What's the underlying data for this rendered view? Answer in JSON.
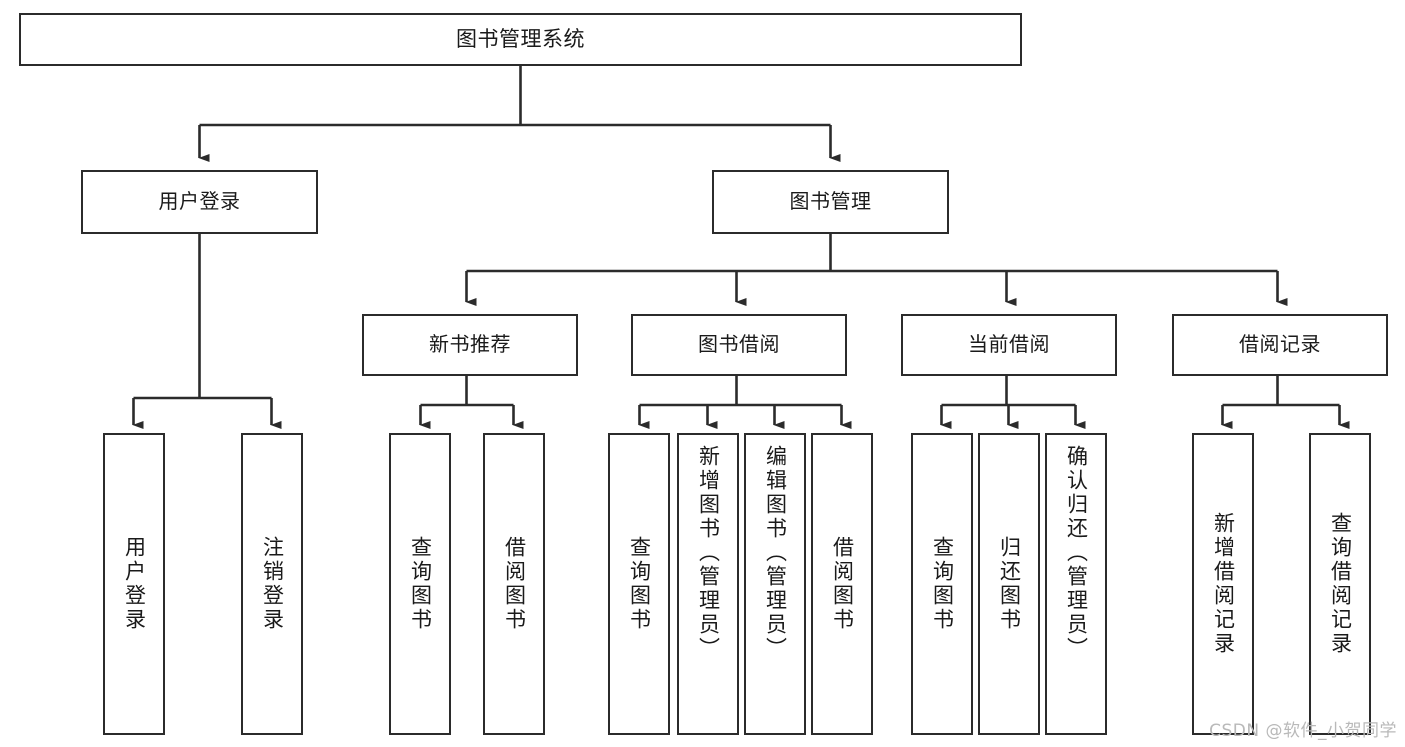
{
  "diagram": {
    "title": "图书管理系统",
    "type": "tree-hierarchy-chart",
    "watermark": "CSDN @软件_小贺同学",
    "colors": {
      "background": "#ffffff",
      "node_border": "#2b2b2b",
      "node_fill": "#ffffff",
      "edge": "#2b2b2b",
      "text": "#1a1a1a",
      "watermark": "#b9b9b9"
    },
    "root": {
      "label": "图书管理系统"
    },
    "level2": [
      {
        "label": "用户登录"
      },
      {
        "label": "图书管理"
      }
    ],
    "level3": [
      {
        "label": "新书推荐"
      },
      {
        "label": "图书借阅"
      },
      {
        "label": "当前借阅"
      },
      {
        "label": "借阅记录"
      }
    ],
    "leaves": {
      "user_login": [
        {
          "label": "用户登录"
        },
        {
          "label": "注销登录"
        }
      ],
      "new_book_recommend": [
        {
          "label": "查询图书"
        },
        {
          "label": "借阅图书"
        }
      ],
      "book_borrow": [
        {
          "label": "查询图书"
        },
        {
          "label": "新增图书（管理员）"
        },
        {
          "label": "编辑图书（管理员）"
        },
        {
          "label": "借阅图书"
        }
      ],
      "current_borrow": [
        {
          "label": "查询图书"
        },
        {
          "label": "归还图书"
        },
        {
          "label": "确认归还（管理员）"
        }
      ],
      "borrow_record": [
        {
          "label": "新增借阅记录"
        },
        {
          "label": "查询借阅记录"
        }
      ]
    }
  }
}
